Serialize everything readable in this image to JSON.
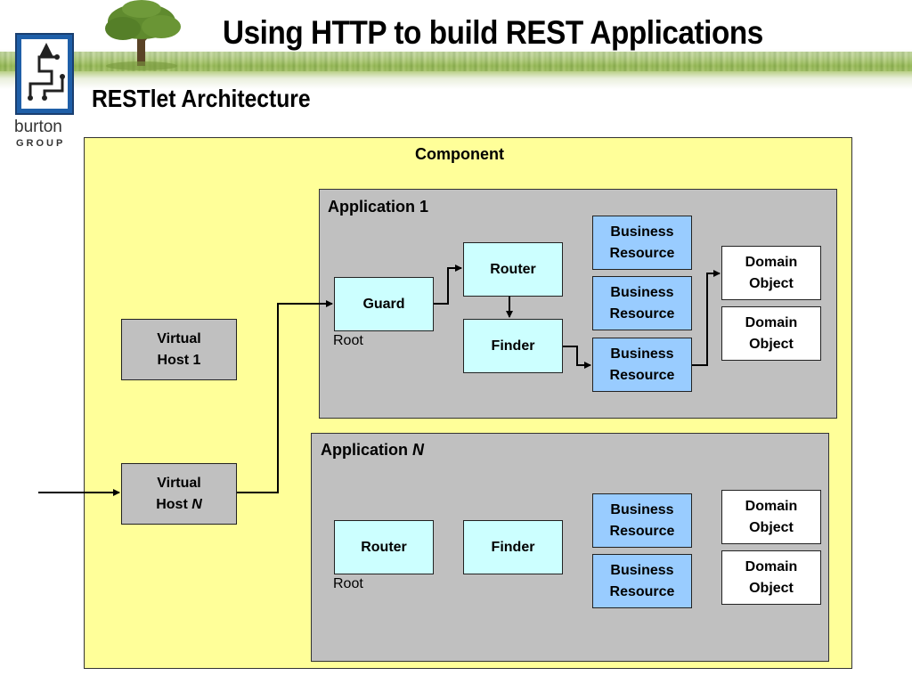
{
  "slide": {
    "title": "Using HTTP to build REST Applications",
    "subtitle": "RESTlet Architecture"
  },
  "logo": {
    "line1": "burton",
    "line2": "GROUP"
  },
  "component": {
    "label": "Component"
  },
  "app1": {
    "label": "Application 1",
    "guard": "Guard",
    "root": "Root",
    "router": "Router",
    "finder": "Finder",
    "resources": [
      "Business\nResource",
      "Business\nResource",
      "Business\nResource"
    ],
    "domains": [
      "Domain\nObject",
      "Domain\nObject"
    ]
  },
  "appN": {
    "label_prefix": "Application ",
    "label_var": "N",
    "router": "Router",
    "root": "Root",
    "finder": "Finder",
    "resources": [
      "Business\nResource",
      "Business\nResource"
    ],
    "domains": [
      "Domain\nObject",
      "Domain\nObject"
    ]
  },
  "vhost1": {
    "line1": "Virtual",
    "line2": "Host 1"
  },
  "vhostN": {
    "line1": "Virtual",
    "line2_prefix": "Host ",
    "line2_var": "N"
  },
  "colors": {
    "component": "#ffff99",
    "application": "#c0c0c0",
    "router_guard": "#ccffff",
    "resource": "#99ccff",
    "domain": "#ffffff"
  }
}
